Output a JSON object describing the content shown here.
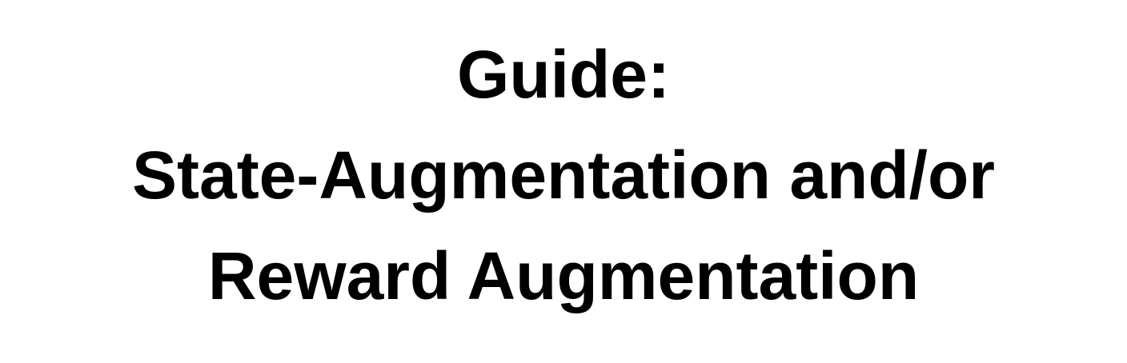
{
  "title": {
    "line1": "Guide:",
    "line2": "State-Augmentation and/or",
    "line3": "Reward Augmentation"
  },
  "colors": {
    "background": "#ffffff",
    "text": "#000000"
  }
}
